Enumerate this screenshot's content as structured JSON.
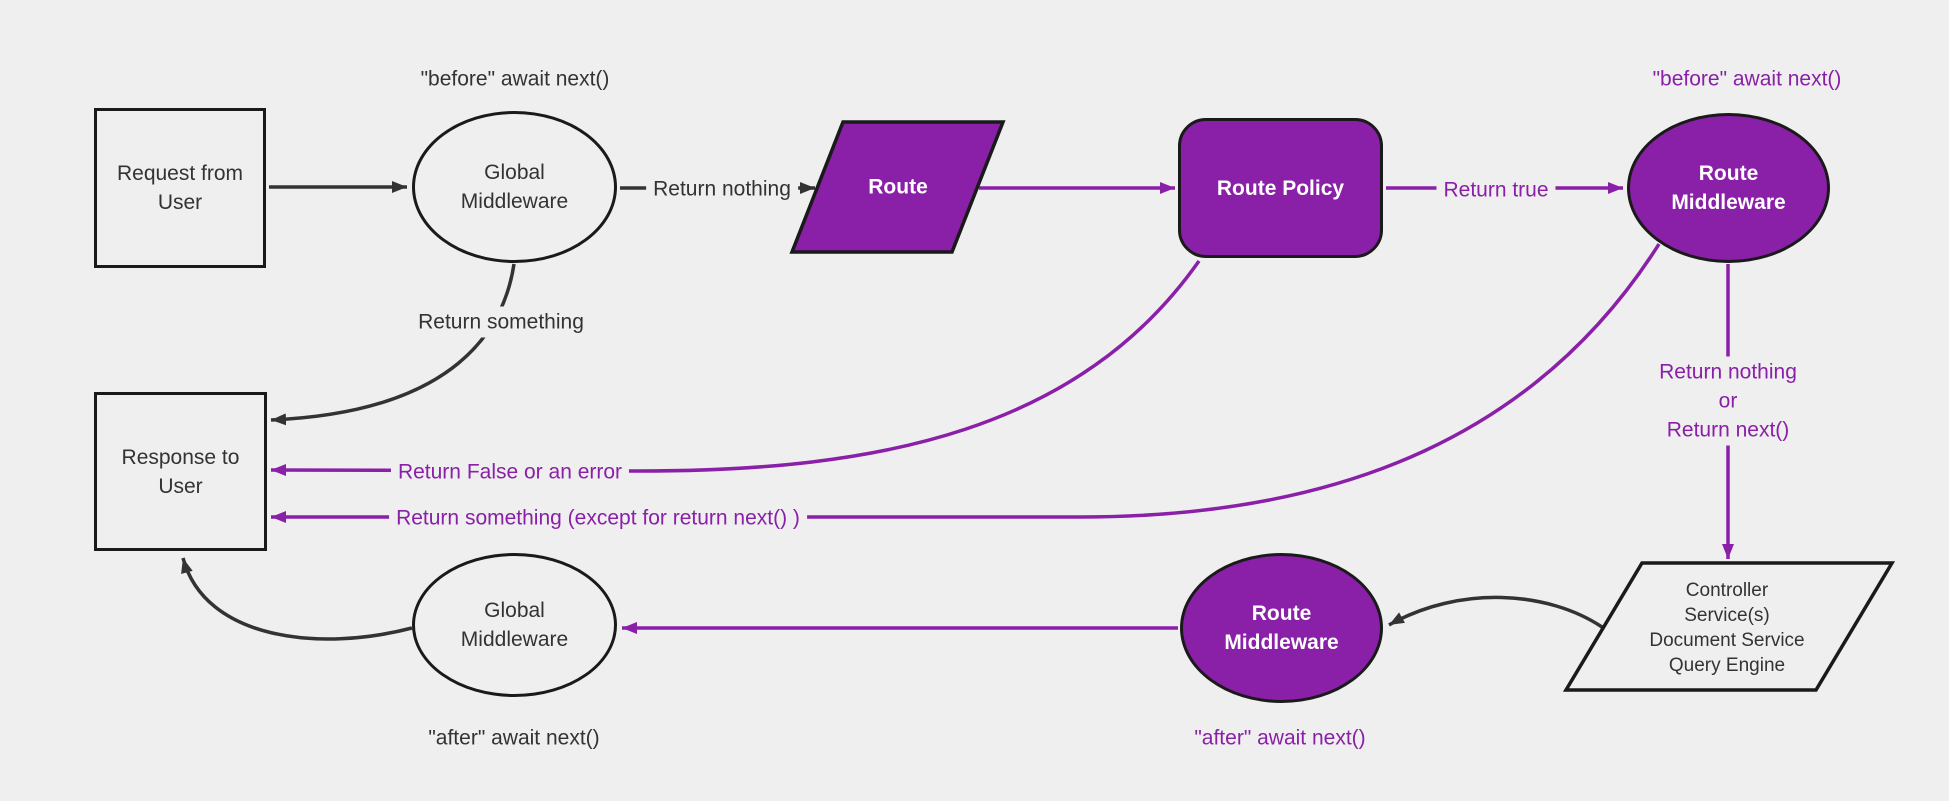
{
  "diagram": {
    "background": "#efefef",
    "colors": {
      "purple": "#8a1fa8",
      "dark_text": "#333333",
      "node_border": "#1a1a1a",
      "light_fill": "#efefef",
      "white": "#ffffff"
    },
    "nodes": {
      "request": {
        "line1": "Request from",
        "line2": "User"
      },
      "global_middleware_top": {
        "line1": "Global",
        "line2": "Middleware"
      },
      "route": {
        "label": "Route"
      },
      "route_policy": {
        "label": "Route Policy"
      },
      "route_middleware_top": {
        "line1": "Route",
        "line2": "Middleware"
      },
      "services": {
        "line1": "Controller",
        "line2": "Service(s)",
        "line3": "Document Service",
        "line4": "Query Engine"
      },
      "route_middleware_bottom": {
        "line1": "Route",
        "line2": "Middleware"
      },
      "global_middleware_bottom": {
        "line1": "Global",
        "line2": "Middleware"
      },
      "response": {
        "line1": "Response to",
        "line2": "User"
      }
    },
    "edge_labels": {
      "before_global": "\"before\" await next()",
      "before_route": "\"before\" await next()",
      "return_nothing": "Return nothing",
      "return_true": "Return true",
      "return_nothing_or": {
        "line1": "Return nothing",
        "line2": "or",
        "line3": "Return next()"
      },
      "return_something": "Return something",
      "return_false": "Return False or an error",
      "return_something_except": "Return something (except for return next() )",
      "after_route": "\"after\" await next()",
      "after_global": "\"after\" await next()"
    }
  }
}
